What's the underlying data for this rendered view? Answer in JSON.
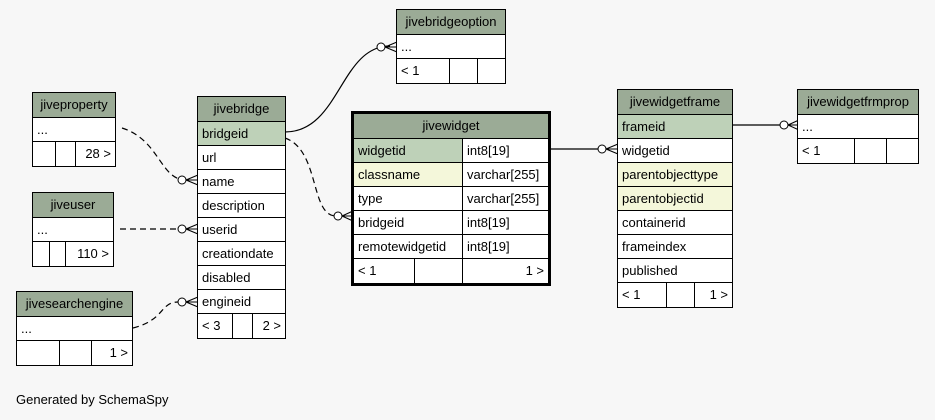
{
  "footer": "Generated by SchemaSpy",
  "tables": {
    "jivebridgeoption": {
      "name": "jivebridgeoption",
      "ellipsis": "...",
      "foot": [
        "< 1",
        "",
        ""
      ]
    },
    "jiveproperty": {
      "name": "jiveproperty",
      "ellipsis": "...",
      "foot": [
        "",
        "",
        "28 >"
      ]
    },
    "jiveuser": {
      "name": "jiveuser",
      "ellipsis": "...",
      "foot": [
        "",
        "",
        "110 >"
      ]
    },
    "jivesearchengine": {
      "name": "jivesearchengine",
      "ellipsis": "...",
      "foot": [
        "",
        "",
        "1 >"
      ]
    },
    "jivebridge": {
      "name": "jivebridge",
      "columns": [
        "bridgeid",
        "url",
        "name",
        "description",
        "userid",
        "creationdate",
        "disabled",
        "engineid"
      ],
      "foot": [
        "< 3",
        "",
        "2 >"
      ]
    },
    "jivewidget": {
      "name": "jivewidget",
      "columns": [
        {
          "name": "widgetid",
          "type": "int8[19]"
        },
        {
          "name": "classname",
          "type": "varchar[255]"
        },
        {
          "name": "type",
          "type": "varchar[255]"
        },
        {
          "name": "bridgeid",
          "type": "int8[19]"
        },
        {
          "name": "remotewidgetid",
          "type": "int8[19]"
        }
      ],
      "foot": [
        "< 1",
        "",
        "1 >"
      ]
    },
    "jivewidgetframe": {
      "name": "jivewidgetframe",
      "columns": [
        "frameid",
        "widgetid",
        "parentobjecttype",
        "parentobjectid",
        "containerid",
        "frameindex",
        "published"
      ],
      "foot": [
        "< 1",
        "",
        "1 >"
      ]
    },
    "jivewidgetfrmprop": {
      "name": "jivewidgetfrmprop",
      "ellipsis": "...",
      "foot": [
        "< 1",
        "",
        ""
      ]
    }
  }
}
